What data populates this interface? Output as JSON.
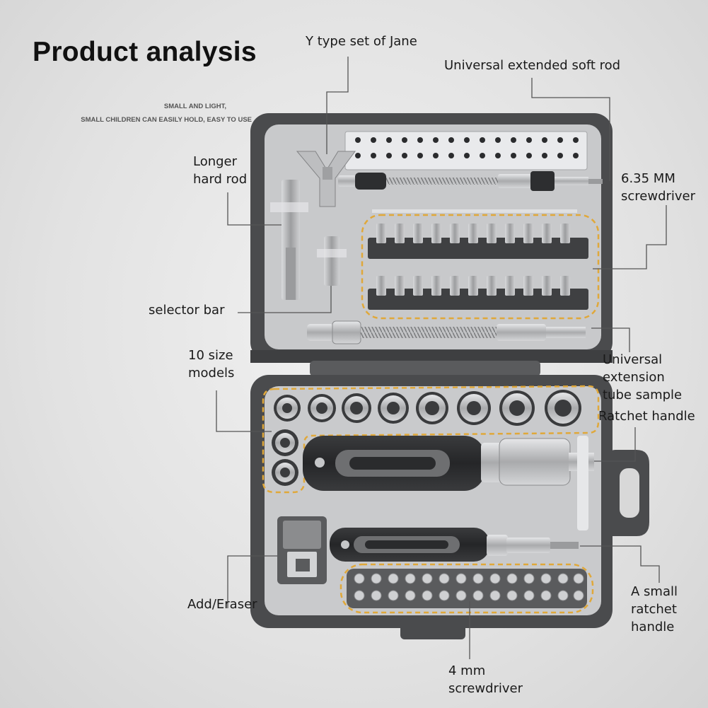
{
  "title": "Product analysis",
  "subtitle": {
    "line1": "SMALL AND LIGHT,",
    "line2": "SMALL CHILDREN CAN EASILY HOLD, EASY TO USE"
  },
  "labels": {
    "y_type_set": "Y type set of Jane",
    "universal_soft_rod": "Universal extended soft rod",
    "longer_hard_rod": [
      "Longer",
      "hard rod"
    ],
    "screwdriver_635": [
      "6.35 MM",
      "screwdriver"
    ],
    "selector_bar": "selector bar",
    "ten_size_models": [
      "10 size",
      "models"
    ],
    "universal_extension_tube": [
      "Universal",
      "extension",
      "tube sample"
    ],
    "ratchet_handle": "Ratchet handle",
    "add_eraser": "Add/Eraser",
    "small_ratchet_handle": [
      "A small",
      "ratchet",
      "handle"
    ],
    "screwdriver_4mm": [
      "4 mm",
      "screwdriver"
    ]
  },
  "colors": {
    "case_shell": "#4a4b4d",
    "case_tray": "#c9cacc",
    "holder": "#3f4042",
    "metal": "#b9babc",
    "highlight": "#e0a83a",
    "leader_line": "#555555"
  }
}
